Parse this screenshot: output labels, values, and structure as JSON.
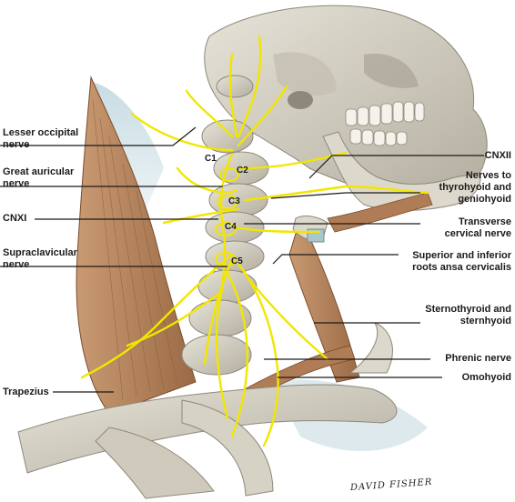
{
  "labels_left": [
    {
      "id": "lesser-occipital-nerve",
      "lines": [
        "Lesser occipital",
        "nerve"
      ]
    },
    {
      "id": "great-auricular-nerve",
      "lines": [
        "Great auricular",
        "nerve"
      ]
    },
    {
      "id": "cnxi",
      "lines": [
        "CNXI"
      ]
    },
    {
      "id": "supraclavicular-nerve",
      "lines": [
        "Supraclavicular",
        "nerve"
      ]
    },
    {
      "id": "trapezius",
      "lines": [
        "Trapezius"
      ]
    }
  ],
  "labels_right": [
    {
      "id": "cnxii",
      "lines": [
        "CNXII"
      ]
    },
    {
      "id": "nerves-to-thyrohyoid-geniohyoid",
      "lines": [
        "Nerves to",
        "thyrohyoid and",
        "geniohyoid"
      ]
    },
    {
      "id": "transverse-cervical-nerve",
      "lines": [
        "Transverse",
        "cervical nerve"
      ]
    },
    {
      "id": "ansa-cervicalis-roots",
      "lines": [
        "Superior and inferior",
        "roots ansa cervicalis"
      ]
    },
    {
      "id": "sternothyroid-sternhyoid",
      "lines": [
        "Sternothyroid and",
        "sternhyoid"
      ]
    },
    {
      "id": "phrenic-nerve",
      "lines": [
        "Phrenic nerve"
      ]
    },
    {
      "id": "omohyoid",
      "lines": [
        "Omohyoid"
      ]
    }
  ],
  "vertebra_labels": [
    "C1",
    "C2",
    "C3",
    "C4",
    "C5"
  ],
  "signature": "DAVID FISHER",
  "colors": {
    "bone": "#d9d5c8",
    "bone_shadow": "#a9a496",
    "muscle": "#b9865f",
    "muscle_dark": "#8a5a3a",
    "nerve": "#f2e600",
    "nerve_outline": "#b8a800",
    "skin_tint": "#c9dde3",
    "line": "#1a1a1a"
  }
}
